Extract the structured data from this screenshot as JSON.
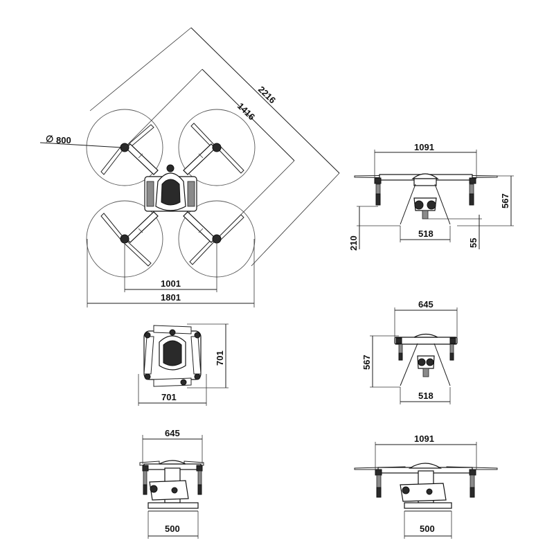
{
  "views": {
    "top": {
      "diagonal_outer": "2216",
      "diagonal_inner": "1416",
      "prop_diameter": "800",
      "prop_diameter_symbol": "∅",
      "wheelbase": "1001",
      "overall_width": "1801"
    },
    "front_unfolded": {
      "width": "1091",
      "height": "567",
      "skid_width": "518",
      "ground_clearance": "210",
      "tank_clearance": "55"
    },
    "folded_top": {
      "width": "701",
      "depth": "701"
    },
    "front_folded": {
      "width": "645",
      "height": "567",
      "skid_width": "518"
    },
    "side_folded": {
      "width": "645",
      "base_width": "500"
    },
    "side_unfolded": {
      "width": "1091",
      "base_width": "500"
    }
  }
}
